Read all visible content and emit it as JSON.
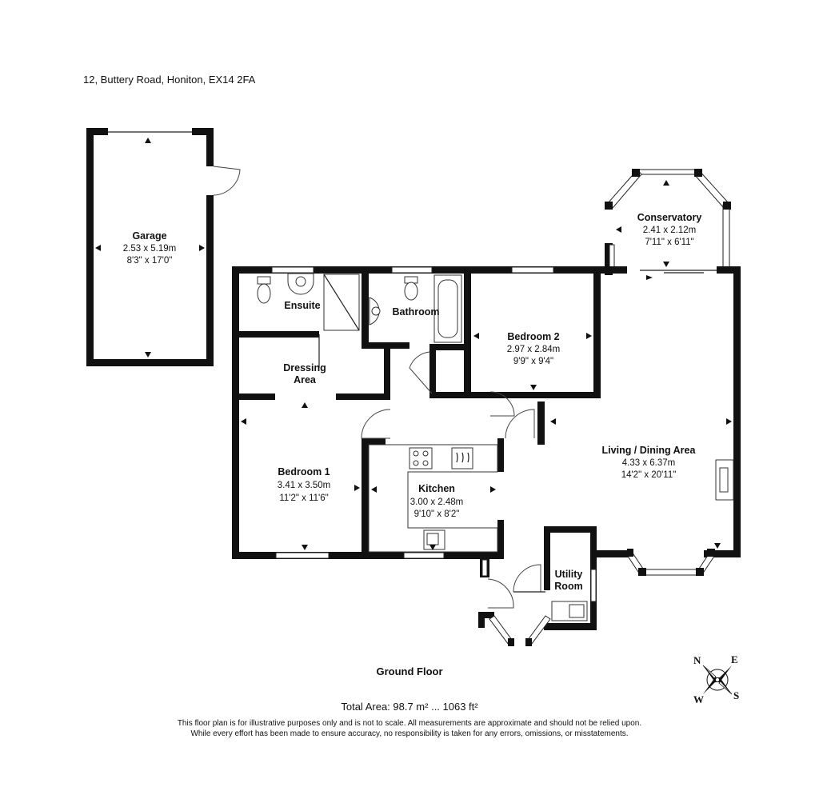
{
  "header": {
    "address": "12, Buttery Road, Honiton, EX14 2FA"
  },
  "rooms": {
    "garage": {
      "name": "Garage",
      "metric": "2.53 x 5.19m",
      "imperial": "8'3\" x 17'0\""
    },
    "conservatory": {
      "name": "Conservatory",
      "metric": "2.41 x 2.12m",
      "imperial": "7'11\" x 6'11\""
    },
    "ensuite": {
      "name": "Ensuite"
    },
    "bathroom": {
      "name": "Bathroom"
    },
    "bedroom2": {
      "name": "Bedroom 2",
      "metric": "2.97 x 2.84m",
      "imperial": "9'9\" x 9'4\""
    },
    "dressing": {
      "name_line1": "Dressing",
      "name_line2": "Area"
    },
    "bedroom1": {
      "name": "Bedroom 1",
      "metric": "3.41 x 3.50m",
      "imperial": "11'2\" x 11'6\""
    },
    "kitchen": {
      "name": "Kitchen",
      "metric": "3.00 x 2.48m",
      "imperial": "9'10\" x 8'2\""
    },
    "living": {
      "name": "Living / Dining Area",
      "metric": "4.33 x 6.37m",
      "imperial": "14'2\" x 20'11\""
    },
    "utility": {
      "name_line1": "Utility",
      "name_line2": "Room"
    }
  },
  "footer": {
    "floor_name": "Ground Floor",
    "total_area": "Total Area: 98.7 m² ... 1063 ft²",
    "disclaimer_line1": "This floor plan is for illustrative purposes only and is not to scale. All measurements are approximate and should not be relied upon.",
    "disclaimer_line2": "While every effort has been made to ensure accuracy, no responsibility is taken for any errors, omissions, or misstatements."
  },
  "compass": {
    "n": "N",
    "e": "E",
    "s": "S",
    "w": "W"
  },
  "colors": {
    "wall": "#111111",
    "background": "#ffffff"
  }
}
